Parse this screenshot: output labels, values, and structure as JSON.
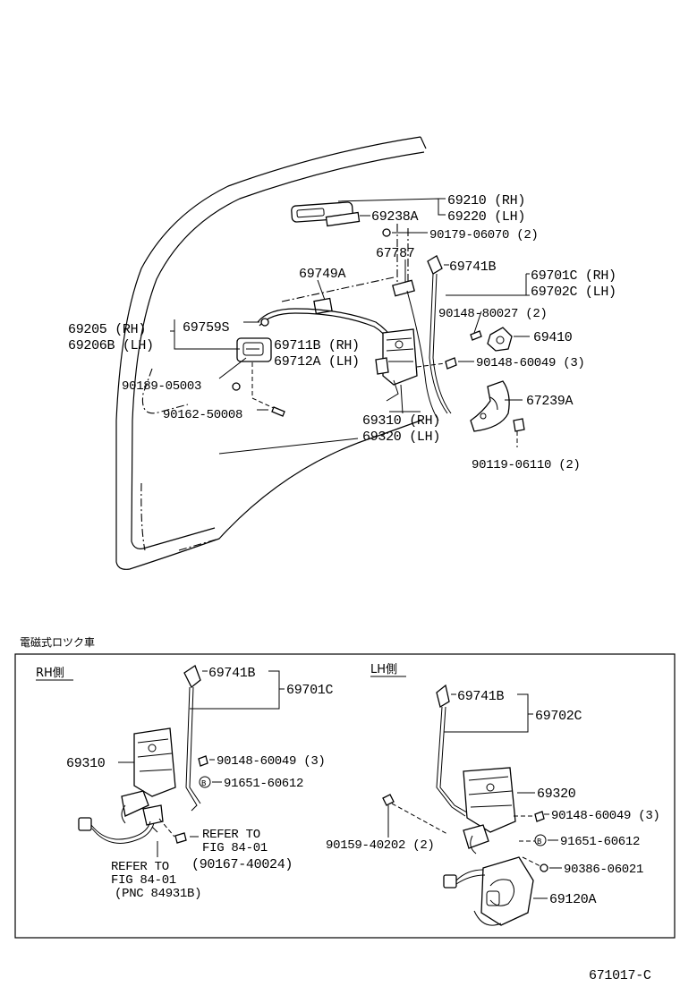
{
  "upper_labels": {
    "p69210": "69210 (RH)",
    "p69220": "69220 (LH)",
    "p69238A": "69238A",
    "p90179": "90179-06070 (2)",
    "p67787": "67787",
    "p69749A": "69749A",
    "p69741B": "69741B",
    "p69701C": "69701C (RH)",
    "p69702C": "69702C (LH)",
    "p90148_80027": "90148-80027 (2)",
    "p69410": "69410",
    "p90148_60049": "90148-60049 (3)",
    "p67239A": "67239A",
    "p90119": "90119-06110 (2)",
    "p69205": "69205  (RH)",
    "p69206B": "69206B (LH)",
    "p69759S": "69759S",
    "p69711B": "69711B (RH)",
    "p69712A": "69712A (LH)",
    "p90189": "90189-05003",
    "p90162": "90162-50008",
    "p69310": "69310 (RH)",
    "p69320": "69320 (LH)"
  },
  "inset": {
    "title": "電磁式ロツク車",
    "rh": {
      "heading": "RH側",
      "p69741B": "69741B",
      "p69701C": "69701C",
      "p69310": "69310",
      "p90148": "90148-60049 (3)",
      "b_mark": "B",
      "p91651": "91651-60612",
      "refer1_a": "REFER TO",
      "refer1_b": "FIG 84-01",
      "refer1_c": "(90167-40024)",
      "refer2_a": "REFER TO",
      "refer2_b": "FIG 84-01",
      "refer2_c": "(PNC 84931B)"
    },
    "lh": {
      "heading": "LH側",
      "p69741B": "69741B",
      "p69702C": "69702C",
      "p69320": "69320",
      "p90148": "90148-60049 (3)",
      "b_mark": "B",
      "p91651": "91651-60612",
      "p90159": "90159-40202 (2)",
      "p90386": "90386-06021",
      "p69120A": "69120A"
    }
  },
  "figure_id": "671017-C"
}
